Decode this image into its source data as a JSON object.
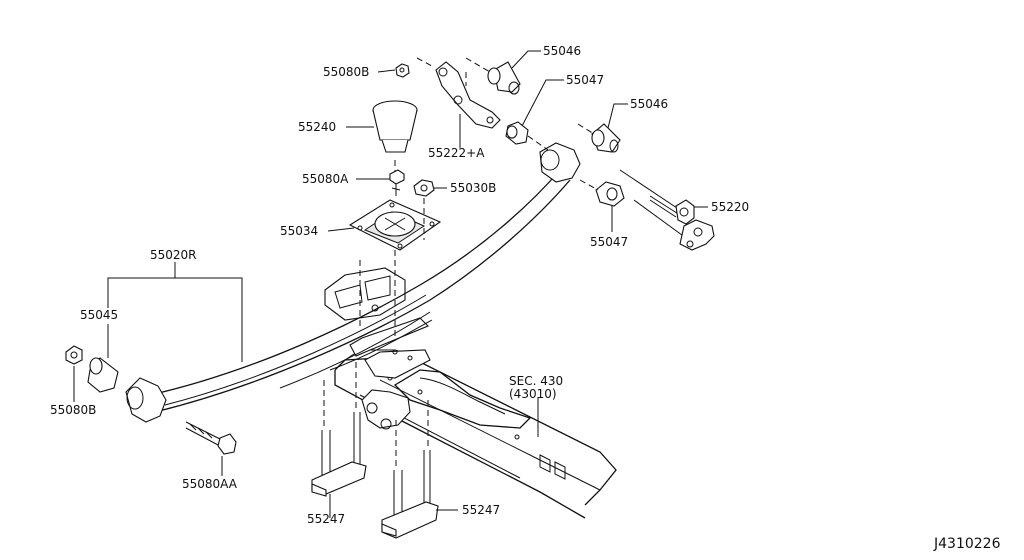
{
  "diagram_id": "J4310226",
  "callouts": {
    "c55046a": "55046",
    "c55080b_top": "55080B",
    "c55047a": "55047",
    "c55046b": "55046",
    "c55240": "55240",
    "c55222a": "55222+A",
    "c55080a": "55080A",
    "c55030b": "55030B",
    "c55220": "55220",
    "c55034": "55034",
    "c55047b": "55047",
    "c55020r": "55020R",
    "c55045": "55045",
    "c55080b_left": "55080B",
    "c55080aa": "55080AA",
    "c55247a": "55247",
    "c55247b": "55247",
    "sec_line1": "SEC. 430",
    "sec_line2": "(43010)"
  }
}
